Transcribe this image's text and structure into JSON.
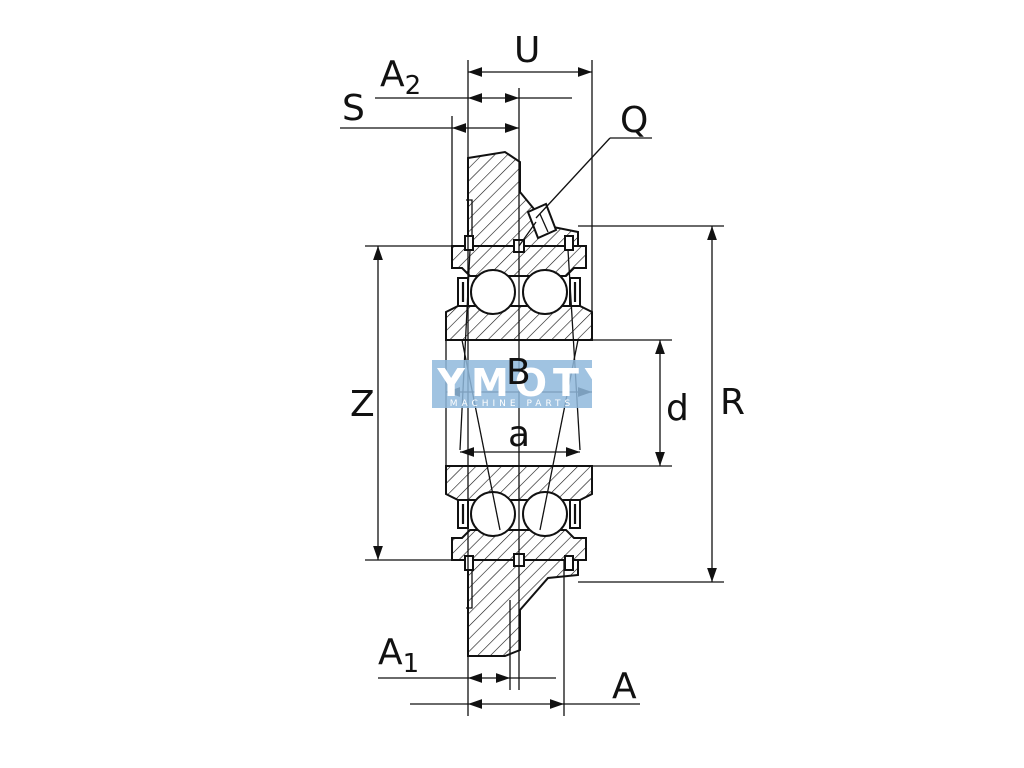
{
  "labels": {
    "U": "U",
    "A2_base": "A",
    "A2_sub": "2",
    "S": "S",
    "Q": "Q",
    "Z": "Z",
    "B": "B",
    "d": "d",
    "R": "R",
    "a": "a",
    "A1_base": "A",
    "A1_sub": "1",
    "A": "A"
  },
  "watermark": {
    "brand": "TYMOTY",
    "tagline": "MACHINE PARTS"
  },
  "colors": {
    "line": "#111111",
    "watermark": "#8fb8dc",
    "background": "#ffffff"
  }
}
